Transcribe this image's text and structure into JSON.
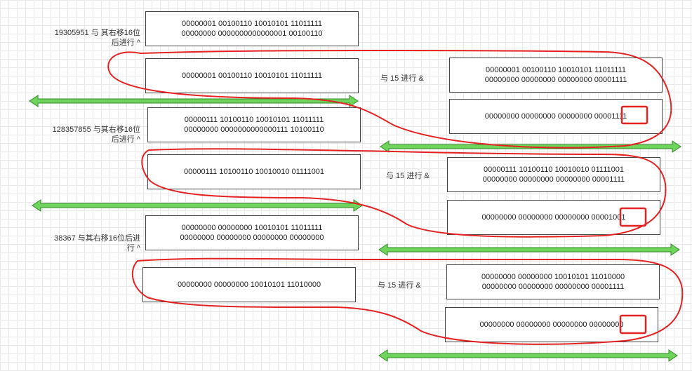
{
  "colors": {
    "arrow": "#6fd35c",
    "arrow_stroke": "#2e8b23",
    "highlight": "#e52222",
    "box_border": "#444444"
  },
  "groups": [
    {
      "label": "19305951 与 其右移16位\n后进行 ^",
      "xor_box": [
        "00000001 00100110 10010101 11011111",
        "00000000 0000000000000001 00100110"
      ],
      "result_box": [
        "00000001 00100110 10010101 11011111"
      ],
      "and_label": "与 15 进行 &",
      "and_box": [
        "00000001 00100110 10010101 11011111",
        "00000000 00000000 00000000 00001111"
      ],
      "final_prefix": "00000000 00000000 00000000 0000",
      "final_suffix": "1111"
    },
    {
      "label": "128357855 与其右移16位\n后进行 ^",
      "xor_box": [
        "00000111 10100110 10010101 11011111",
        "00000000 0000000000000111 10100110"
      ],
      "result_box": [
        "00000111 10100110 10010010 01111001"
      ],
      "and_label": "与 15 进行 &",
      "and_box": [
        "00000111 10100110 10010010 01111001",
        "00000000 00000000 00000000 00001111"
      ],
      "final_prefix": "00000000 00000000 00000000 0000",
      "final_suffix": "1001"
    },
    {
      "label": "38367 与其右移16位后进\n行 ^",
      "xor_box": [
        "00000000 00000000 10010101 11011111",
        "00000000 00000000 00000000 00000000"
      ],
      "result_box": [
        "00000000 00000000 10010101 11010000"
      ],
      "and_label": "与 15 进行 &",
      "and_box": [
        "00000000 00000000 10010101 11010000",
        "00000000 00000000 00000000 00001111"
      ],
      "final_prefix": "00000000 00000000 00000000 0000",
      "final_suffix": "0000"
    }
  ]
}
